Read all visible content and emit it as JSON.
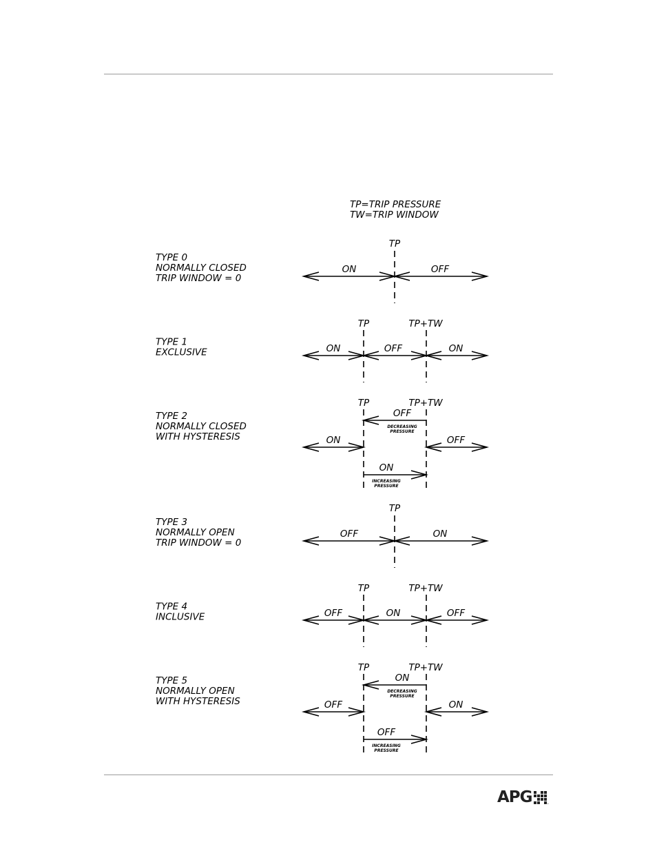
{
  "legend": [
    "TP=TRIP PRESSURE",
    "TW=TRIP WINDOW"
  ],
  "types": [
    {
      "desc": [
        "TYPE 0",
        "NORMALLY CLOSED",
        "TRIP WINDOW = 0"
      ],
      "markers": [
        "TP"
      ],
      "segments": [
        "ON",
        "OFF"
      ]
    },
    {
      "desc": [
        "TYPE 1",
        "EXCLUSIVE"
      ],
      "markers": [
        "TP",
        "TP+TW"
      ],
      "segments": [
        "ON",
        "OFF",
        "ON"
      ]
    },
    {
      "desc": [
        "TYPE 2",
        "NORMALLY CLOSED",
        "WITH HYSTERESIS"
      ],
      "markers": [
        "TP",
        "TP+TW"
      ],
      "segments": [
        "ON",
        "OFF"
      ],
      "hysteresis": {
        "top": "OFF",
        "top_note": [
          "DECREASING",
          "PRESSURE"
        ],
        "bottom": "ON",
        "bottom_note": [
          "INCREASING",
          "PRESSURE"
        ]
      }
    },
    {
      "desc": [
        "TYPE 3",
        "NORMALLY OPEN",
        "TRIP WINDOW = 0"
      ],
      "markers": [
        "TP"
      ],
      "segments": [
        "OFF",
        "ON"
      ]
    },
    {
      "desc": [
        "TYPE 4",
        "INCLUSIVE"
      ],
      "markers": [
        "TP",
        "TP+TW"
      ],
      "segments": [
        "OFF",
        "ON",
        "OFF"
      ]
    },
    {
      "desc": [
        "TYPE 5",
        "NORMALLY OPEN",
        "WITH HYSTERESIS"
      ],
      "markers": [
        "TP",
        "TP+TW"
      ],
      "segments": [
        "OFF",
        "ON"
      ],
      "hysteresis": {
        "top": "ON",
        "top_note": [
          "DECREASING",
          "PRESSURE"
        ],
        "bottom": "OFF",
        "bottom_note": [
          "INCREASING",
          "PRESSURE"
        ]
      }
    }
  ],
  "logo": {
    "text": "APG",
    "mark": "grid-mark-icon",
    "suffix": "."
  }
}
